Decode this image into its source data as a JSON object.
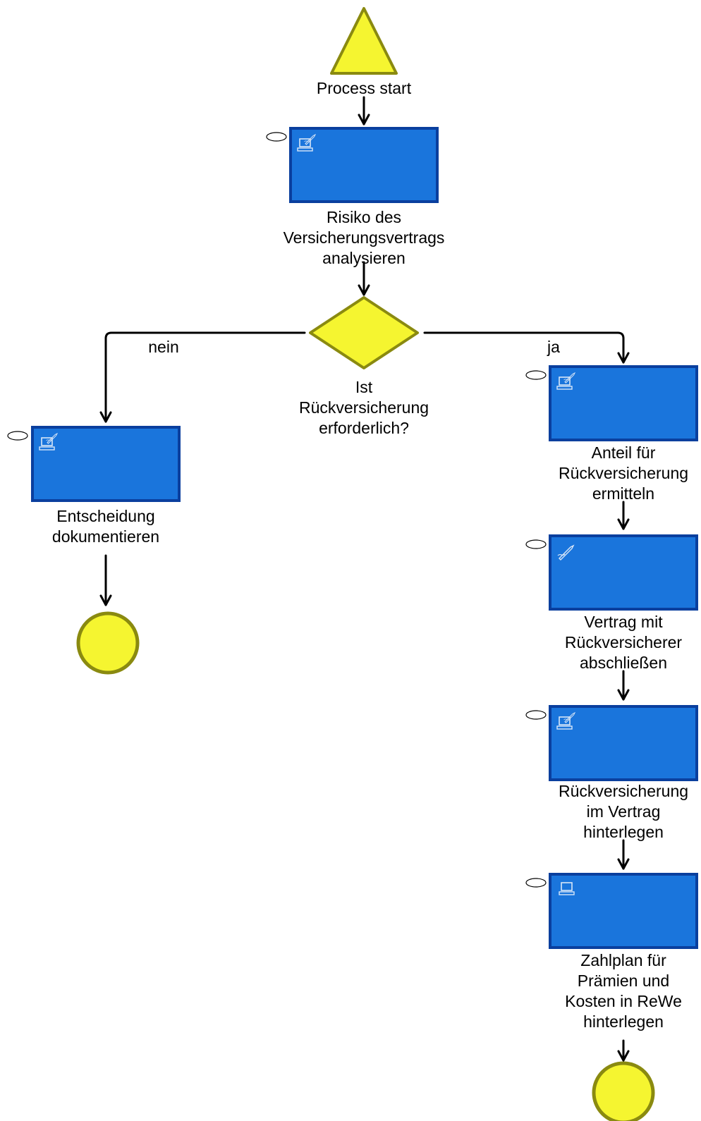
{
  "colors": {
    "task_fill": "#1a75dc",
    "task_border": "#0a3f9e",
    "event_fill": "#f5f530",
    "event_border": "#8a8a10",
    "connector": "#000000"
  },
  "start_event": {
    "label": "Process start"
  },
  "tasks": [
    {
      "id": "t1",
      "lines": [
        "Risiko des",
        "Versicherungsvertrags",
        "analysieren"
      ],
      "icon": "computer-pen-icon"
    },
    {
      "id": "t2",
      "lines": [
        "Entscheidung",
        "dokumentieren"
      ],
      "icon": "computer-pen-icon"
    },
    {
      "id": "t3",
      "lines": [
        "Anteil für",
        "Rückversicherung",
        "ermitteln"
      ],
      "icon": "computer-pen-icon"
    },
    {
      "id": "t4",
      "lines": [
        "Vertrag mit",
        "Rückversicherer",
        "abschließen"
      ],
      "icon": "pen-icon"
    },
    {
      "id": "t5",
      "lines": [
        "Rückversicherung",
        "im Vertrag",
        "hinterlegen"
      ],
      "icon": "computer-pen-icon"
    },
    {
      "id": "t6",
      "lines": [
        "Zahlplan für",
        "Prämien und",
        "Kosten in ReWe",
        "hinterlegen"
      ],
      "icon": "computer-icon"
    }
  ],
  "gateway": {
    "lines": [
      "Ist",
      "Rückversicherung",
      "erforderlich?"
    ]
  },
  "branches": {
    "no_label": "nein",
    "yes_label": "ja"
  }
}
